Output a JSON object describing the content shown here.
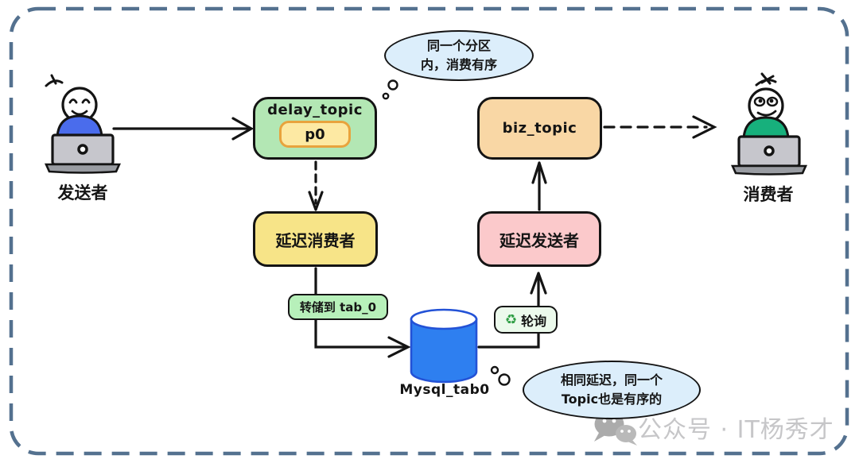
{
  "colors": {
    "outer_border": "#54718f",
    "delay_topic_fill": "#b3e7b4",
    "partition_fill": "#fde9a3",
    "partition_border": "#e8a33d",
    "delay_consumer_fill": "#f7e488",
    "dump_label_fill": "#b7f0ba",
    "poll_label_fill": "#ecfaec",
    "delay_sender_fill": "#fbc9cb",
    "biz_topic_fill": "#f9d7a5",
    "bubble_fill": "#dceefb",
    "database_fill": "#2e7ff0",
    "sender_shirt": "#4a6cec",
    "consumer_shirt": "#17b07c",
    "recycle_green": "#2f9e44",
    "watermark_gray": "#c6c6c8"
  },
  "actors": {
    "sender": {
      "label": "发送者"
    },
    "consumer": {
      "label": "消费者"
    }
  },
  "nodes": {
    "delay_topic": {
      "label": "delay_topic",
      "partition": "p0"
    },
    "delay_consumer": {
      "label": "延迟消费者"
    },
    "dump": {
      "label": "转储到 tab_0"
    },
    "database": {
      "label": "Mysql_tab0"
    },
    "poll": {
      "label": "轮询",
      "icon_glyph": "♻"
    },
    "delay_sender": {
      "label": "延迟发送者"
    },
    "biz_topic": {
      "label": "biz_topic"
    }
  },
  "bubbles": {
    "partition_order": {
      "line1": "同一个分区",
      "line2": "内，消费有序"
    },
    "topic_order": {
      "line1": "相同延迟，同一个",
      "line2": "Topic也是有序的"
    }
  },
  "watermark": {
    "text": "公众号 · IT杨秀才"
  }
}
